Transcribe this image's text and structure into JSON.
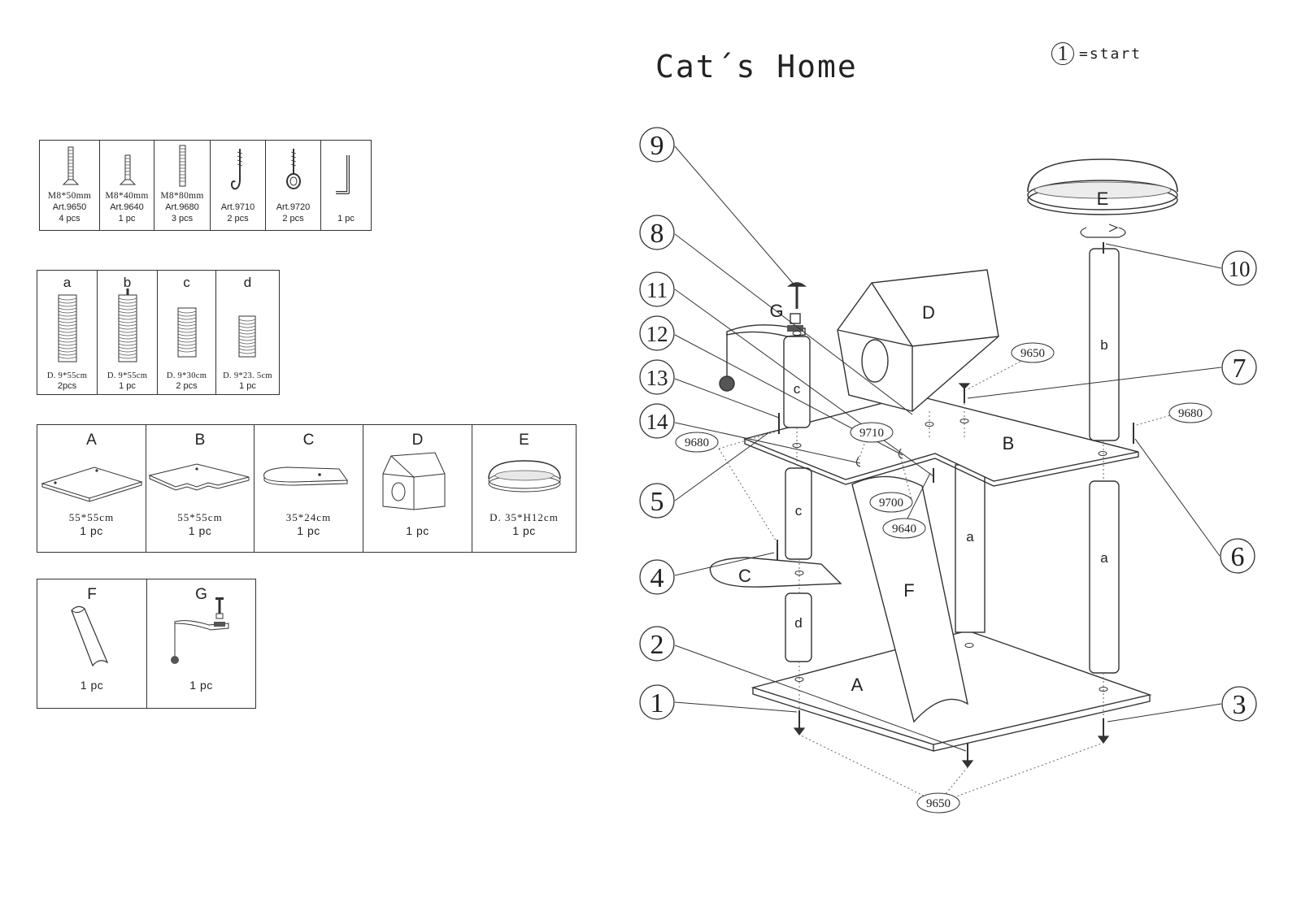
{
  "title": "Cat´s Home",
  "legend": {
    "number": "1",
    "text": "=start"
  },
  "hardware": [
    {
      "spec": "M8*50mm",
      "art": "Art.9650",
      "qty": "4 pcs",
      "icon": "bolt-icon"
    },
    {
      "spec": "M8*40mm",
      "art": "Art.9640",
      "qty": "1 pc",
      "icon": "bolt-icon"
    },
    {
      "spec": "M8*80mm",
      "art": "Art.9680",
      "qty": "3 pcs",
      "icon": "threaded-rod-icon"
    },
    {
      "spec": "",
      "art": "Art.9710",
      "qty": "2 pcs",
      "icon": "screw-hook-icon"
    },
    {
      "spec": "",
      "art": "Art.9720",
      "qty": "2 pcs",
      "icon": "eye-screw-icon"
    },
    {
      "spec": "",
      "art": "",
      "qty": "1 pc",
      "icon": "allen-key-icon"
    }
  ],
  "posts": [
    {
      "letter": "a",
      "dim": "D. 9*55cm",
      "qty": "2pcs"
    },
    {
      "letter": "b",
      "dim": "D. 9*55cm",
      "qty": "1 pc"
    },
    {
      "letter": "c",
      "dim": "D. 9*30cm",
      "qty": "2 pcs"
    },
    {
      "letter": "d",
      "dim": "D. 9*23. 5cm",
      "qty": "1 pc"
    }
  ],
  "boards": [
    {
      "letter": "A",
      "dim": "55*55cm",
      "qty": "1 pc",
      "icon": "square-board-icon"
    },
    {
      "letter": "B",
      "dim": "55*55cm",
      "qty": "1 pc",
      "icon": "notched-board-icon"
    },
    {
      "letter": "C",
      "dim": "35*24cm",
      "qty": "1 pc",
      "icon": "shelf-board-icon"
    },
    {
      "letter": "D",
      "dim": "",
      "qty": "1 pc",
      "icon": "cat-house-icon"
    },
    {
      "letter": "E",
      "dim": "D. 35*H12cm",
      "qty": "1 pc",
      "icon": "round-bed-icon"
    }
  ],
  "extras": [
    {
      "letter": "F",
      "qty": "1 pc",
      "icon": "ramp-icon"
    },
    {
      "letter": "G",
      "qty": "1 pc",
      "icon": "toy-arm-icon"
    }
  ],
  "diagram": {
    "part_labels": [
      "A",
      "B",
      "C",
      "D",
      "E",
      "F",
      "G",
      "a",
      "a",
      "b",
      "c",
      "c",
      "d"
    ],
    "steps": [
      "1",
      "2",
      "3",
      "4",
      "5",
      "6",
      "7",
      "8",
      "9",
      "10",
      "11",
      "12",
      "13",
      "14"
    ],
    "codes": [
      "9650",
      "9650",
      "9680",
      "9680",
      "9710",
      "9700",
      "9640"
    ]
  }
}
